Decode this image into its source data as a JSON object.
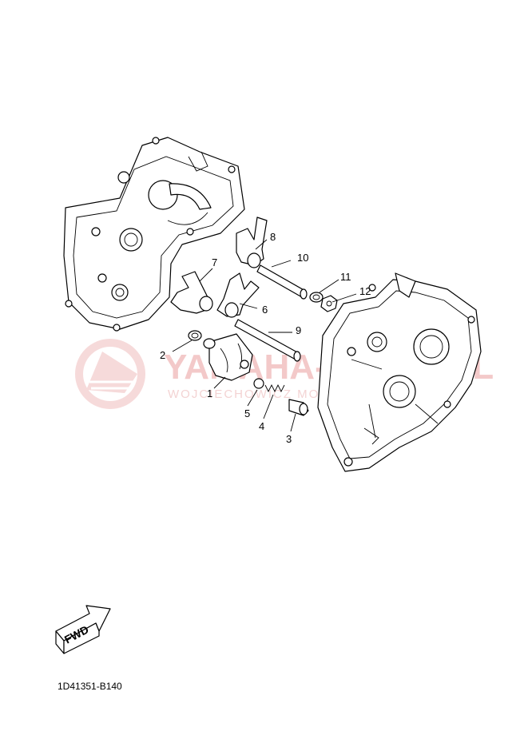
{
  "watermark": {
    "brand": "YAMAHA-SKLEP.PL",
    "subtitle": "WOJCIECHOWICZ MOTOCYKLE YAMAHA"
  },
  "fwd_label": "FWD",
  "drawing_code": "1D41351-B140",
  "callouts": [
    {
      "id": "1",
      "label": "1"
    },
    {
      "id": "2",
      "label": "2"
    },
    {
      "id": "3",
      "label": "3"
    },
    {
      "id": "4",
      "label": "4"
    },
    {
      "id": "5",
      "label": "5"
    },
    {
      "id": "6",
      "label": "6"
    },
    {
      "id": "7",
      "label": "7"
    },
    {
      "id": "8",
      "label": "8"
    },
    {
      "id": "9",
      "label": "9"
    },
    {
      "id": "10",
      "label": "10"
    },
    {
      "id": "11",
      "label": "11"
    },
    {
      "id": "12",
      "label": "12"
    }
  ]
}
